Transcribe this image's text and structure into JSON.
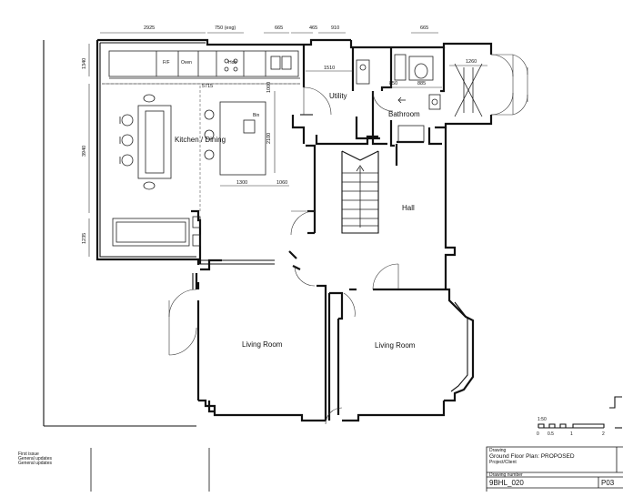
{
  "rooms": {
    "kitchen_dining": "Kitchen / Dining",
    "utility": "Utility",
    "bathroom": "Bathroom",
    "hall": "Hall",
    "living_left": "Living Room",
    "living_right": "Living Room"
  },
  "fittings": {
    "ff": "F/F",
    "oven": "Oven",
    "hob": "Hob",
    "bin": "Bin"
  },
  "dimensions": {
    "top_2925": "2925",
    "top_750": "750 (exg)",
    "top_665a": "665",
    "top_465": "465",
    "top_910": "910",
    "top_665b": "665",
    "left_1340": "1340",
    "left_3940": "3940",
    "left_1235": "1235",
    "kitchen_5715": "5715",
    "utility_1510": "1510",
    "island_1000": "1000",
    "island_2100": "2100",
    "island_1300": "1300",
    "island_1060": "1060",
    "bath_850": "850",
    "bath_885": "885",
    "rear_1260": "1260"
  },
  "scale_bar": {
    "label": "1:50",
    "ticks": [
      "0",
      "0.5",
      "1",
      "2"
    ]
  },
  "revisions": [
    "First issue",
    "General updates",
    "General updates"
  ],
  "title_block": {
    "drawing_caption": "Drawing",
    "drawing_title": "Ground Floor Plan: PROPOSED",
    "project_caption": "Project/Client",
    "number_caption": "Drawing number",
    "drawing_number": "9BHL_020",
    "revision": "P03"
  }
}
